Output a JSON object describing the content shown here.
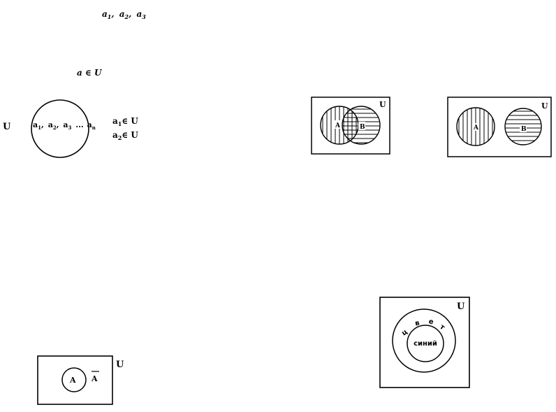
{
  "top_formula": {
    "a1": "a",
    "sub1": "1",
    "a2": "a",
    "sub2": "2",
    "a3": "a",
    "sub3": "3",
    "sep": ",",
    "full": "a1, a2, a3"
  },
  "membership_formula": "a ∈ U",
  "universe_label": "U",
  "elements_circle": {
    "a1": "a",
    "s1": "1",
    "a2": "a",
    "s2": "2",
    "a3": "a",
    "s3": "3",
    "dots": "...",
    "an": "a",
    "sn": "n"
  },
  "membership_list": [
    {
      "el": "a",
      "sub": "1",
      "rel": "∈ U"
    },
    {
      "el": "a",
      "sub": "2",
      "rel": "∈ U"
    }
  ],
  "venn_intersecting": {
    "universe": "U",
    "set_a": "A",
    "set_b": "B"
  },
  "venn_disjoint": {
    "universe": "U",
    "set_a": "A",
    "set_b": "B"
  },
  "complement_diagram": {
    "universe": "U",
    "set_a": "A",
    "complement": "A"
  },
  "nested_diagram": {
    "universe": "U",
    "outer_letters": [
      "ц",
      "в",
      "е",
      "т"
    ],
    "inner_label": "синий"
  },
  "colors": {
    "ink": "#000000",
    "paper": "#ffffff"
  }
}
